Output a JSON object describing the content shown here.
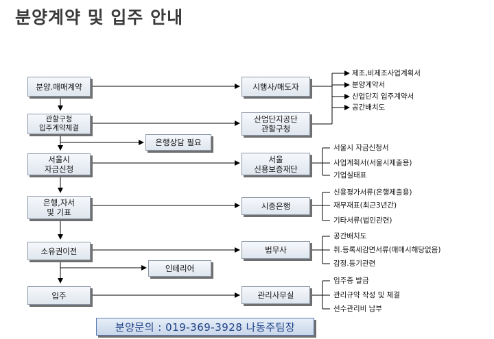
{
  "title": "분양계약 및 입주 안내",
  "left_steps": [
    "분양.매매계약",
    "관할구청\n입주계약체결",
    "서울시\n자금신청",
    "은행,자서\n및 기표",
    "소유권이전",
    "입주"
  ],
  "branch_boxes": [
    "은행상담 필요",
    "인테리어"
  ],
  "agencies": [
    "시행사/매도자",
    "산업단지공단\n관할구청",
    "서울\n신용보증재단",
    "시중은행",
    "법무사",
    "관리사무실"
  ],
  "documents": [
    [
      "제조,비제조사업계획서",
      "분양계약서",
      "산업단지 입주계약서",
      "공간배치도"
    ],
    [
      "서울시 자금신청서",
      "사업계획서(서울시제출용)",
      "기업실태표"
    ],
    [
      "신용평가서류(은행제출용)",
      "재무재표(최근3년간)",
      "기타서류(법인관련)"
    ],
    [
      "공간배치도",
      "취.등록세감면서류(매매시해당없음)",
      "감정.등기관련"
    ],
    [
      "입주증 발급",
      "관리규약 작성 및 체결",
      "선수관리비 납부"
    ]
  ],
  "contact": "분양문의 : 019-369-3928 나동주팀장"
}
